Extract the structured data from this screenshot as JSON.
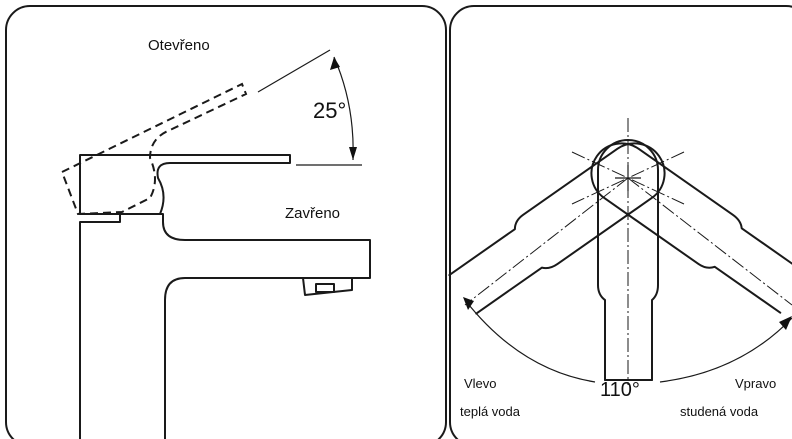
{
  "left_panel": {
    "open_label": "Otevřeno",
    "closed_label": "Zavřeno",
    "angle_label": "25°"
  },
  "right_panel": {
    "left_label_1": "Vlevo",
    "left_label_2": "teplá voda",
    "right_label_1": "Vpravo",
    "right_label_2": "studená voda",
    "angle_label": "110°"
  }
}
